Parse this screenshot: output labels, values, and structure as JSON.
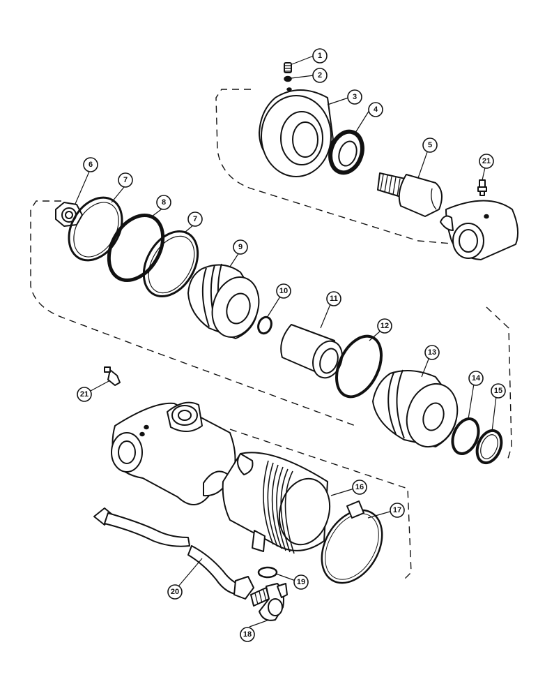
{
  "diagram": {
    "callouts": [
      {
        "id": "c1",
        "label": "1"
      },
      {
        "id": "c2",
        "label": "2"
      },
      {
        "id": "c3",
        "label": "3"
      },
      {
        "id": "c4",
        "label": "4"
      },
      {
        "id": "c5",
        "label": "5"
      },
      {
        "id": "c21a",
        "label": "21"
      },
      {
        "id": "c6",
        "label": "6"
      },
      {
        "id": "c7a",
        "label": "7"
      },
      {
        "id": "c8",
        "label": "8"
      },
      {
        "id": "c7b",
        "label": "7"
      },
      {
        "id": "c9",
        "label": "9"
      },
      {
        "id": "c10",
        "label": "10"
      },
      {
        "id": "c11",
        "label": "11"
      },
      {
        "id": "c12",
        "label": "12"
      },
      {
        "id": "c13",
        "label": "13"
      },
      {
        "id": "c14",
        "label": "14"
      },
      {
        "id": "c15",
        "label": "15"
      },
      {
        "id": "c21b",
        "label": "21"
      },
      {
        "id": "c16",
        "label": "16"
      },
      {
        "id": "c17",
        "label": "17"
      },
      {
        "id": "c19",
        "label": "19"
      },
      {
        "id": "c20",
        "label": "20"
      },
      {
        "id": "c18",
        "label": "18"
      }
    ]
  }
}
